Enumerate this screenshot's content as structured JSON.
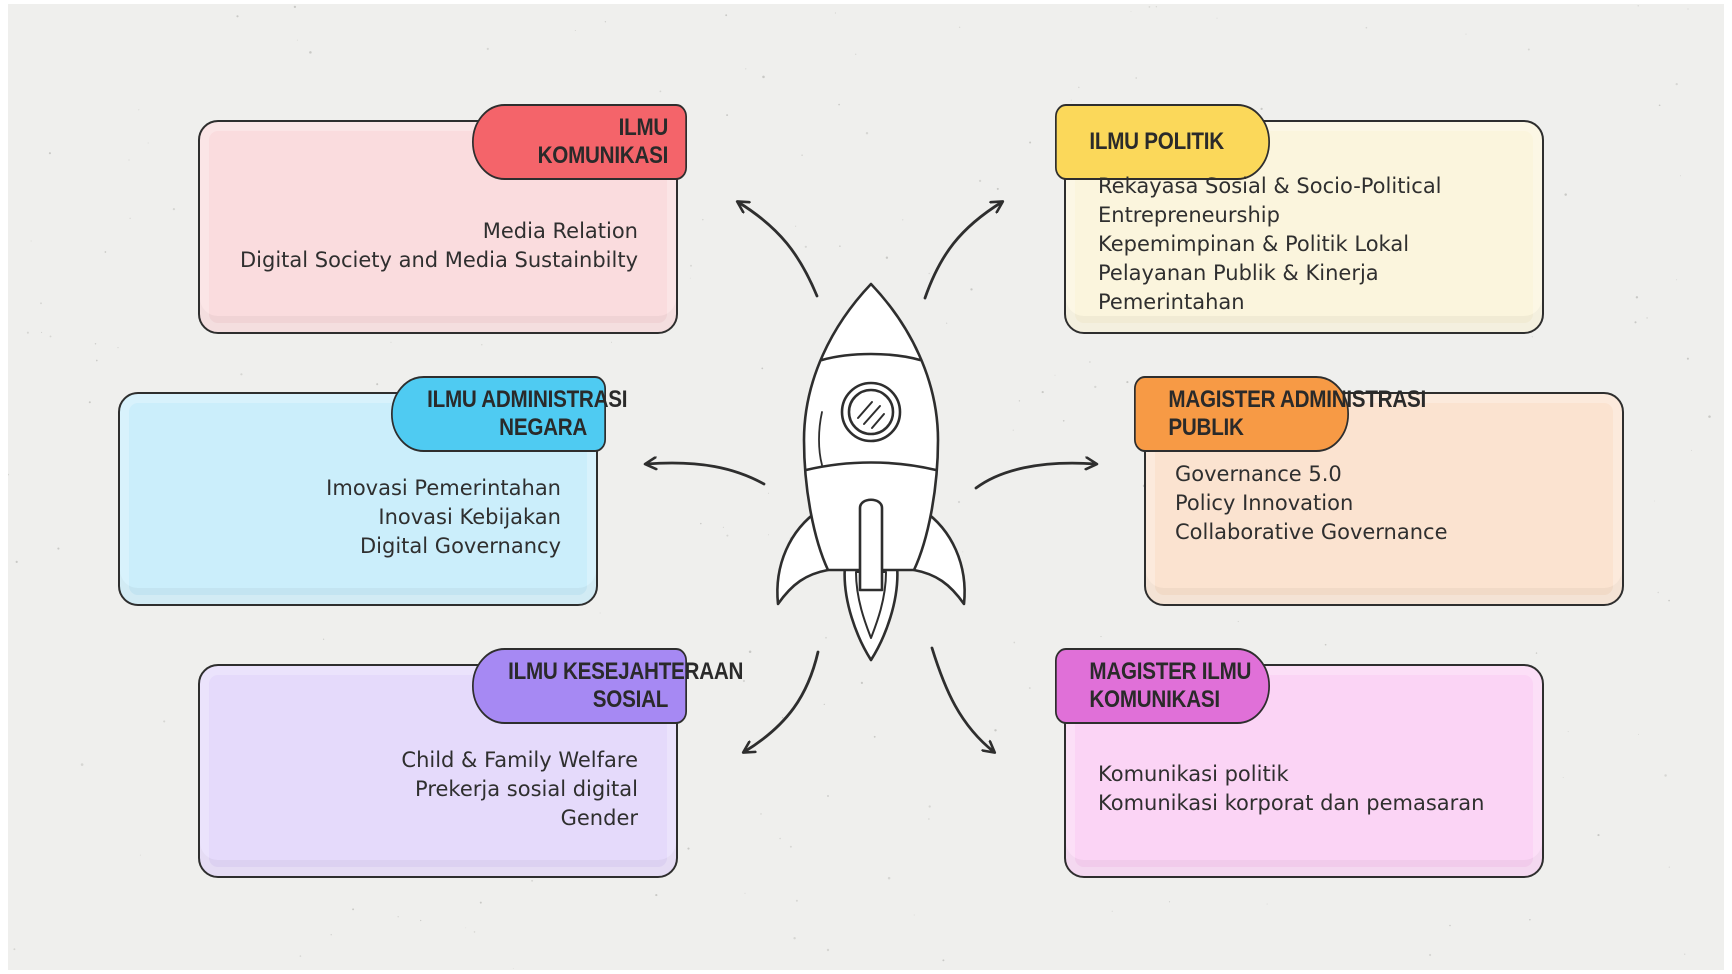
{
  "categories": [
    {
      "id": "ilmu-komunikasi",
      "title_lines": [
        "ILMU",
        "KOMUNIKASI"
      ],
      "items": [
        "Media Relation",
        "Digital Society and Media Sustainbilty"
      ],
      "color": "#fadcde",
      "tab_color": "#f4646a"
    },
    {
      "id": "ilmu-politik",
      "title_lines": [
        "ILMU POLITIK"
      ],
      "items": [
        "Rekayasa Sosial & Socio-Political",
        "Entrepreneurship",
        "Kepemimpinan & Politik Lokal",
        "Pelayanan Publik & Kinerja",
        "Pemerintahan"
      ],
      "color": "#fbf5dd",
      "tab_color": "#fbd85a"
    },
    {
      "id": "ilmu-administrasi-negara",
      "title_lines": [
        "ILMU ADMINISTRASI",
        "NEGARA"
      ],
      "items": [
        "Imovasi Pemerintahan",
        "Inovasi Kebijakan",
        "Digital  Governancy"
      ],
      "color": "#cbeefb",
      "tab_color": "#4fcbf2"
    },
    {
      "id": "magister-administrasi-publik",
      "title_lines": [
        "MAGISTER ADMINISTRASI",
        "PUBLIK"
      ],
      "items": [
        "Governance 5.0",
        "Policy Innovation",
        "Collaborative Governance"
      ],
      "color": "#fbe3d0",
      "tab_color": "#f79a45"
    },
    {
      "id": "ilmu-kesejahteraan-sosial",
      "title_lines": [
        "ILMU KESEJAHTERAAN",
        "SOSIAL"
      ],
      "items": [
        "Child & Family Welfare",
        "Prekerja sosial digital",
        "Gender"
      ],
      "color": "#e5dafb",
      "tab_color": "#a689f3"
    },
    {
      "id": "magister-ilmu-komunikasi",
      "title_lines": [
        "MAGISTER ILMU",
        "KOMUNIKASI"
      ],
      "items": [
        "Komunikasi politik",
        "Komunikasi  korporat dan pemasaran"
      ],
      "color": "#fbd4f5",
      "tab_color": "#e070d8"
    }
  ],
  "center_icon": "rocket-icon",
  "connector_icon": "curved-arrow-icon",
  "ink_color": "#2e2e2e",
  "paper_color": "#efefed"
}
